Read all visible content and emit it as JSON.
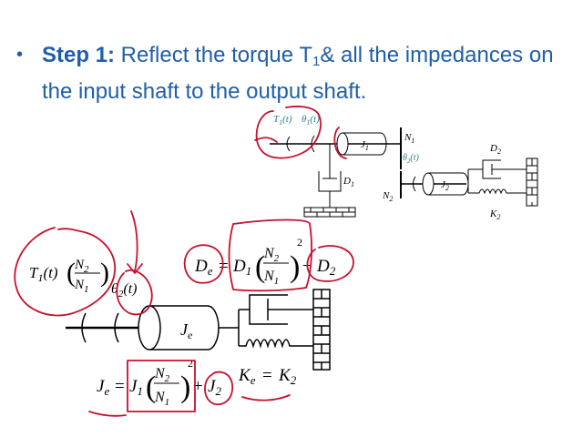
{
  "bullet": {
    "symbol": "•",
    "lead": "Step 1:",
    "text_a": " Reflect the torque T",
    "text_sub": "1",
    "text_b": "& all the impedances on the input shaft to the output shaft."
  },
  "top_diagram": {
    "T1": "T",
    "T1_sub": "1",
    "T1_arg": "(t)",
    "theta1": "θ",
    "theta1_sub": "1",
    "theta1_arg": "(t)",
    "J1": "J",
    "J1_sub": "1",
    "N1": "N",
    "N1_sub": "1",
    "theta2": "θ",
    "theta2_sub": "2",
    "theta2_arg": "(t)",
    "D1": "D",
    "D1_sub": "1",
    "N2": "N",
    "N2_sub": "2",
    "J2": "J",
    "J2_sub": "2",
    "D2": "D",
    "D2_sub": "2",
    "K2": "K",
    "K2_sub": "2"
  },
  "bottom_diagram": {
    "torque_T": "T",
    "torque_sub": "1",
    "torque_arg": "(t)",
    "ratio_num": "N",
    "ratio_num_sub": "2",
    "ratio_den": "N",
    "ratio_den_sub": "1",
    "theta2": "θ",
    "theta2_sub": "2",
    "theta2_arg": "(t)",
    "Je": "J",
    "Je_sub": "e"
  },
  "equations": {
    "De": {
      "lhs": "D",
      "lhs_sub": "e",
      "eq": "=",
      "D1": "D",
      "D1_sub": "1",
      "num": "N",
      "num_sub": "2",
      "den": "N",
      "den_sub": "1",
      "power": "2",
      "plus": "+",
      "D2": "D",
      "D2_sub": "2"
    },
    "Je": {
      "lhs": "J",
      "lhs_sub": "e",
      "eq": "=",
      "J1": "J",
      "J1_sub": "1",
      "num": "N",
      "num_sub": "2",
      "den": "N",
      "den_sub": "1",
      "power": "2",
      "plus": "+",
      "J2": "J",
      "J2_sub": "2"
    },
    "Ke": {
      "lhs": "K",
      "lhs_sub": "e",
      "eq": "=",
      "rhs": "K",
      "rhs_sub": "2"
    }
  },
  "colors": {
    "bullet_text": "#1f5fa8",
    "ink": "#000000",
    "teal_label": "#2e7d8a",
    "annotation": "#c8102e"
  }
}
